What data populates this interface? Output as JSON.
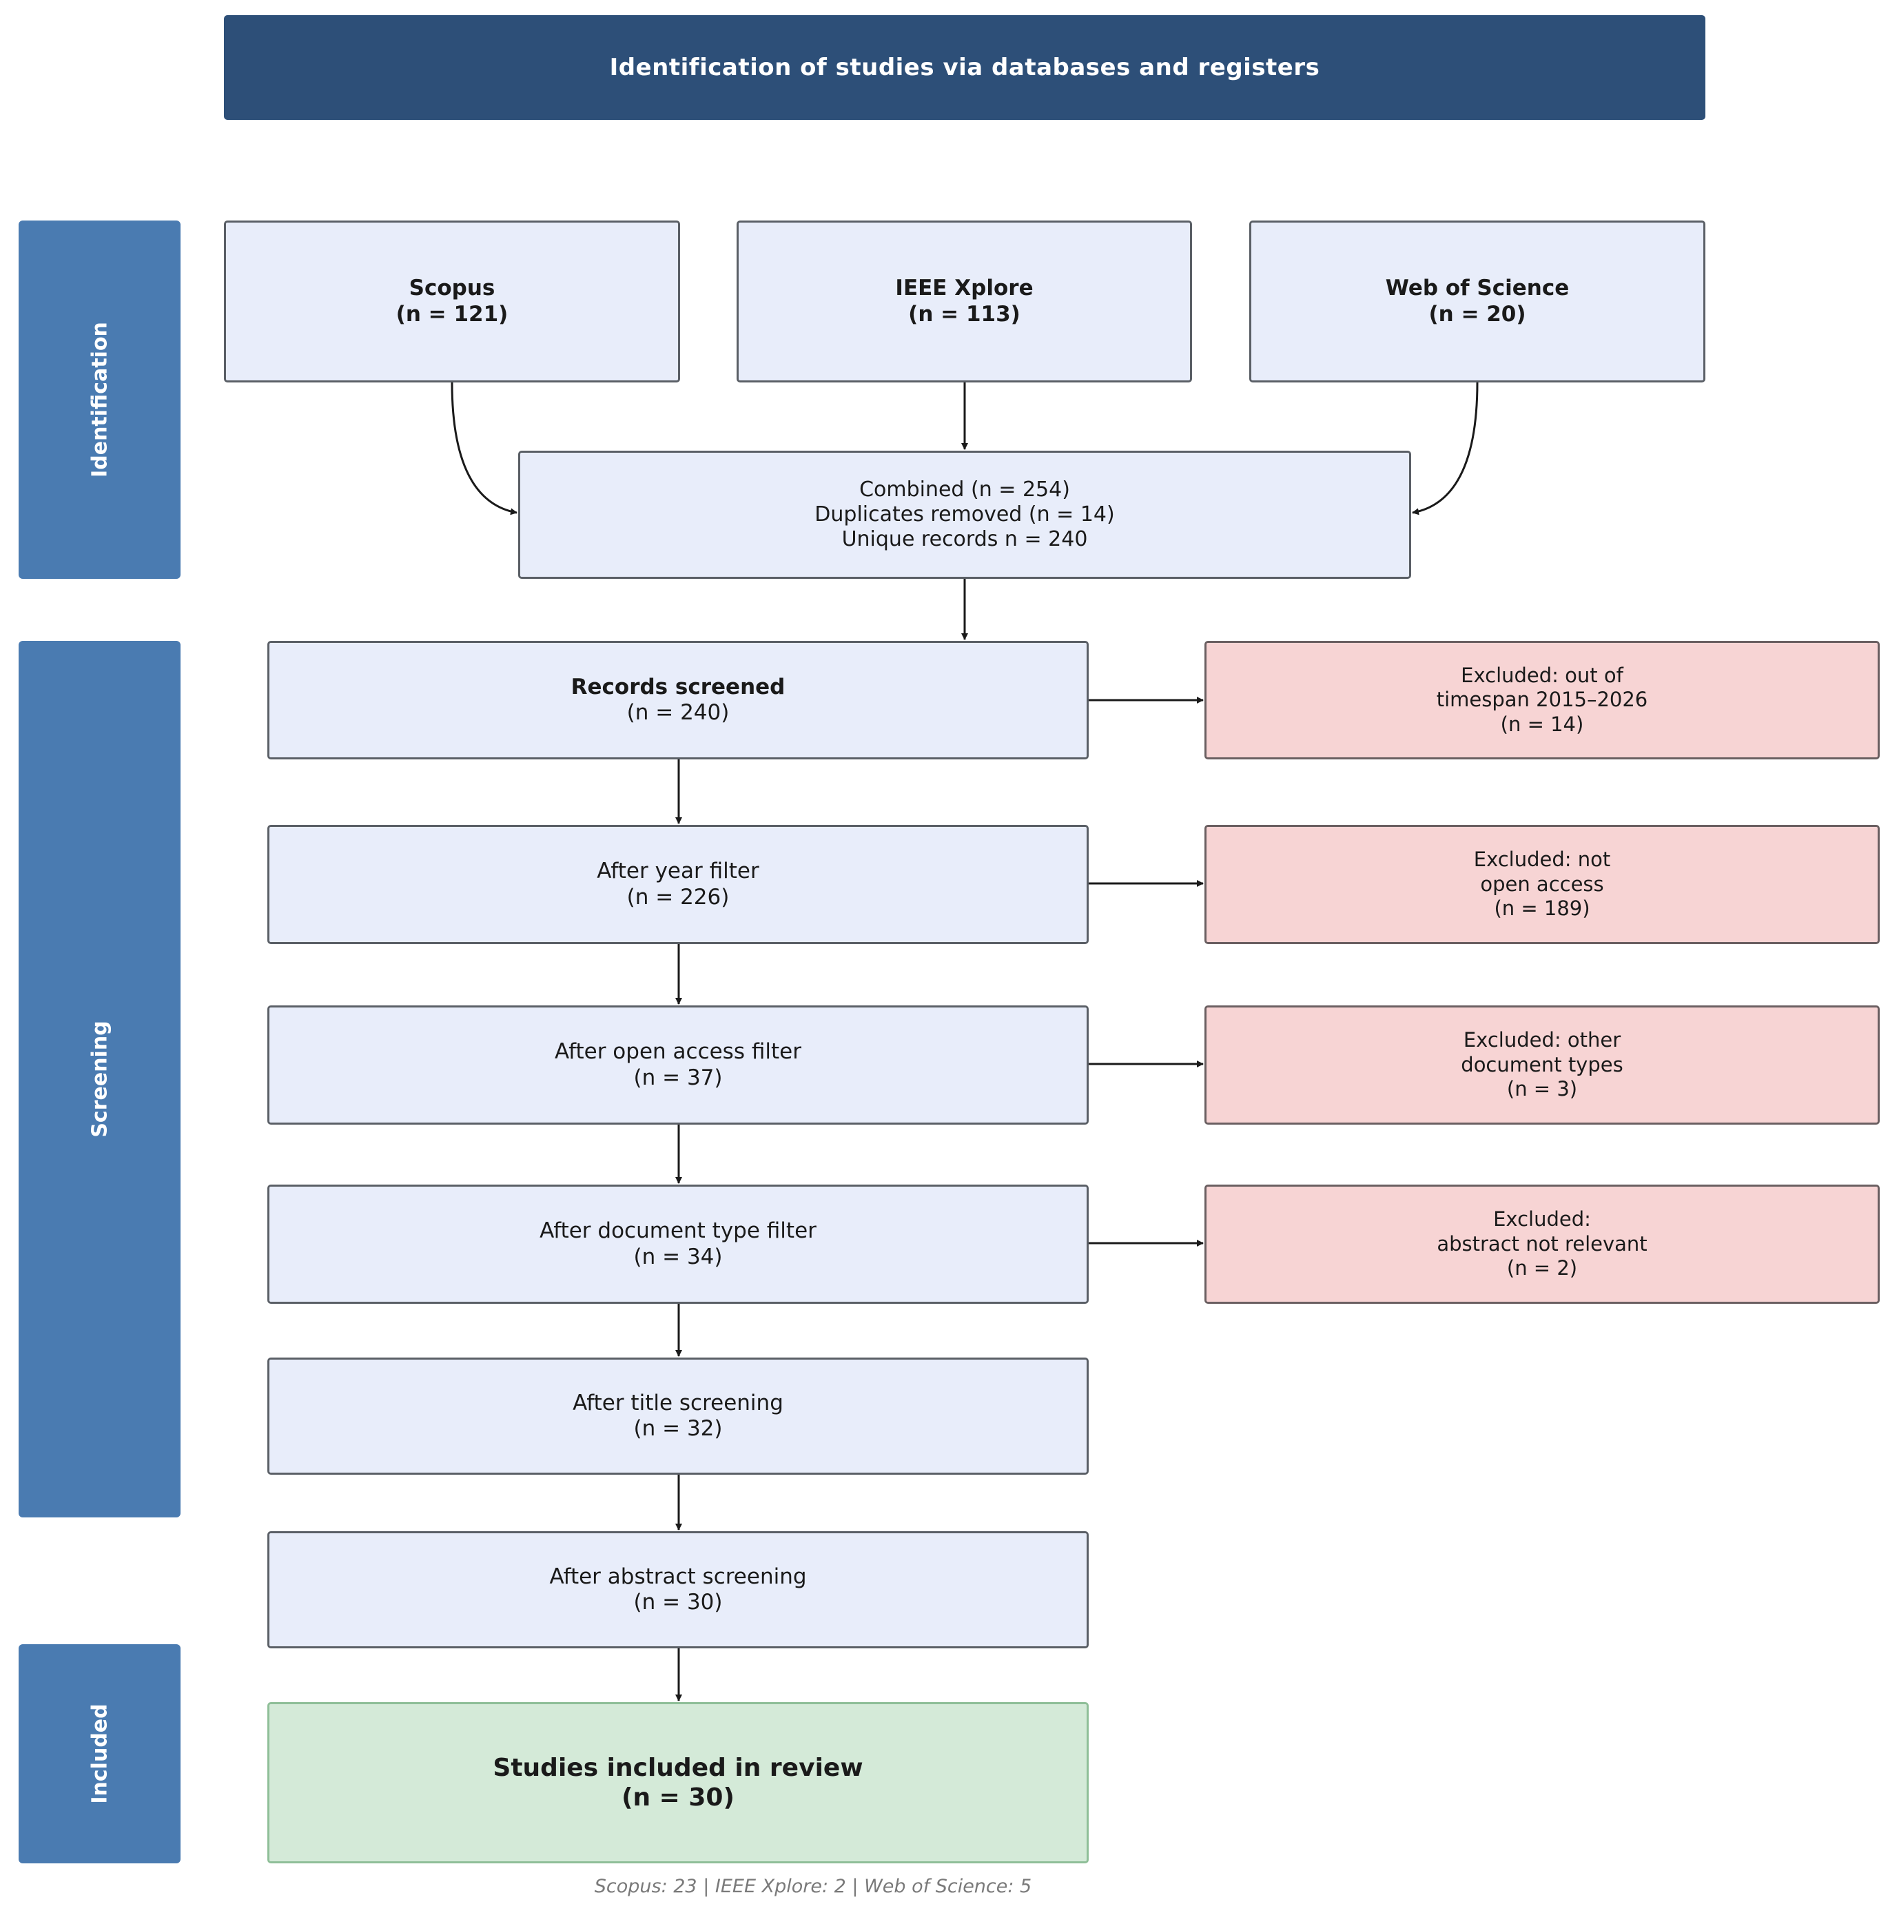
{
  "header": {
    "title": "Identification of studies via databases and registers"
  },
  "phases": {
    "identification": "Identification",
    "screening": "Screening",
    "included": "Included"
  },
  "sources": [
    {
      "name": "Scopus",
      "count": "(n = 121)"
    },
    {
      "name": "IEEE Xplore",
      "count": "(n = 113)"
    },
    {
      "name": "Web of Science",
      "count": "(n = 20)"
    }
  ],
  "combined": {
    "line1": "Combined (n = 254)",
    "line2": "Duplicates removed (n = 14)",
    "line3": "Unique records n = 240"
  },
  "screening_steps": [
    {
      "label": "Records screened",
      "count": "(n = 240)"
    },
    {
      "label": "After year filter",
      "count": "(n = 226)"
    },
    {
      "label": "After open access filter",
      "count": "(n = 37)"
    },
    {
      "label": "After document type filter",
      "count": "(n = 34)"
    },
    {
      "label": "After title screening",
      "count": "(n = 32)"
    },
    {
      "label": "After abstract screening",
      "count": "(n = 30)"
    }
  ],
  "exclusions": [
    {
      "line1": "Excluded: out of",
      "line2": "timespan 2015–2026",
      "count": "(n = 14)"
    },
    {
      "line1": "Excluded: not",
      "line2": "open access",
      "count": "(n = 189)"
    },
    {
      "line1": "Excluded: other",
      "line2": "document types",
      "count": "(n = 3)"
    },
    {
      "line1": "Excluded:",
      "line2": "abstract not relevant",
      "count": "(n = 2)"
    }
  ],
  "included": {
    "label": "Studies included in review",
    "count": "(n = 30)"
  },
  "footnote": "Scopus: 23  |  IEEE Xplore: 2  |  Web of Science: 5"
}
